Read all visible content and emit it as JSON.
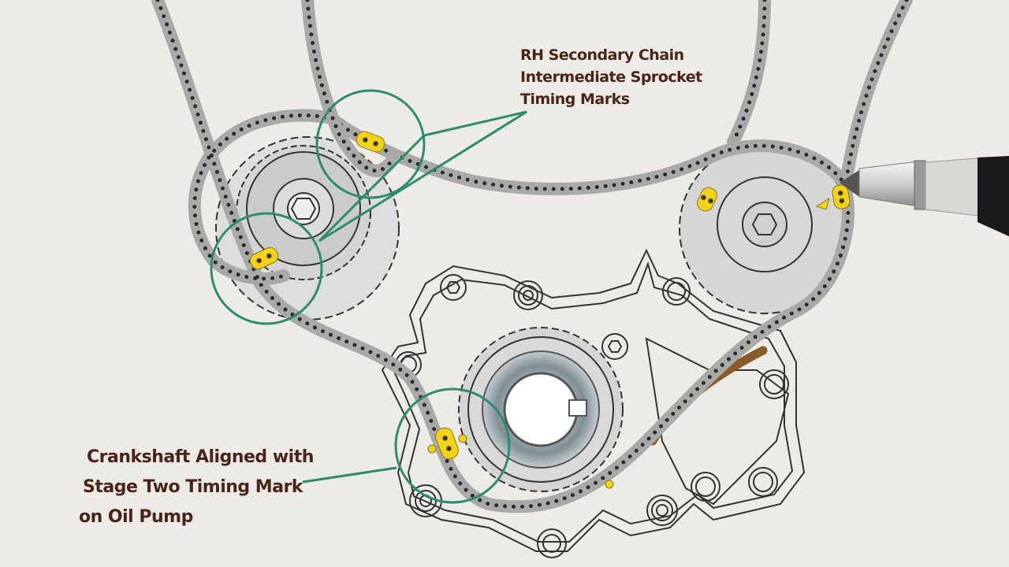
{
  "labels": {
    "rh_secondary": [
      "RH Secondary Chain",
      "Intermediate Sprocket",
      "Timing Marks"
    ],
    "crankshaft": [
      "Crankshaft Aligned with",
      "Stage Two Timing Mark",
      "on Oil Pump"
    ]
  },
  "colors": {
    "paper": "#ecebe6",
    "line": "#333333",
    "chain": "#a9a9a9",
    "chain_pin": "#2b2b2b",
    "sprocket": "#d9d9d9",
    "highlight": "#2e8b6e",
    "timing_mark": "#f2d21b",
    "guide": "#8b5a2b",
    "label_text": "#4a2418"
  },
  "icons": [
    "pencil-icon"
  ]
}
